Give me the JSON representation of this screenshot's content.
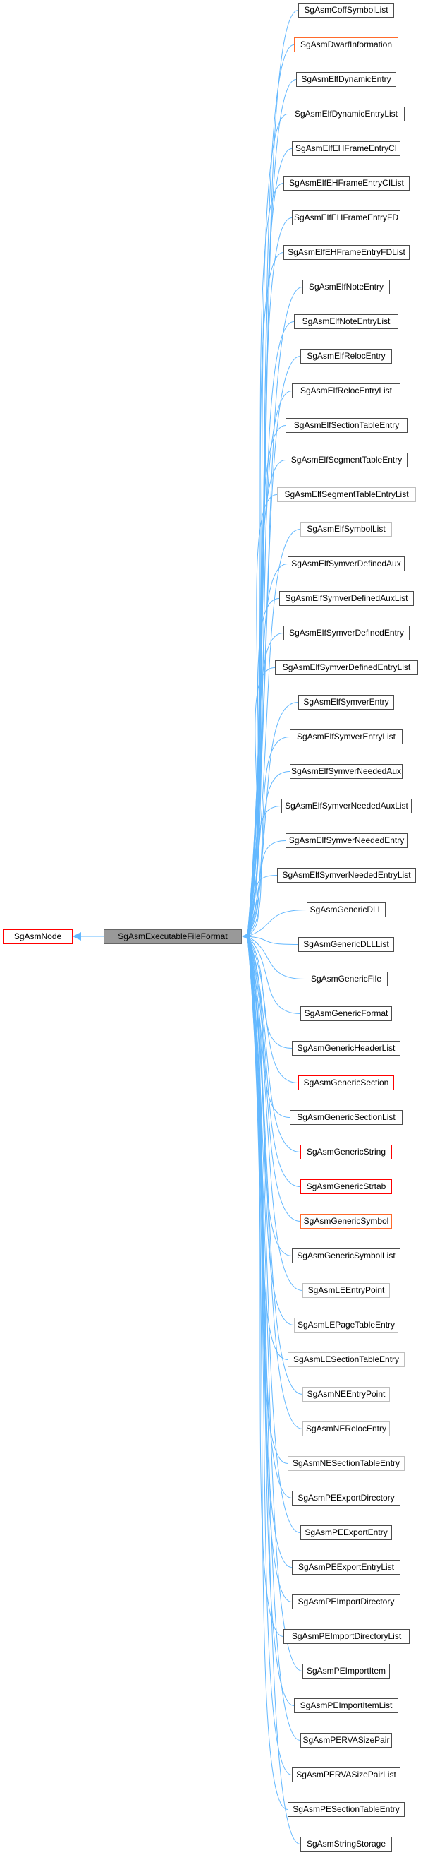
{
  "colors": {
    "edge": "#63b8ff",
    "black": "#4d4d4d",
    "grey": "#bfbfbf",
    "red": "#ff0000",
    "orange": "#ff6a2b",
    "focus_fill": "#999999"
  },
  "base_node": {
    "label": "SgAsmNode",
    "border": "red"
  },
  "focus_node": {
    "label": "SgAsmExecutableFileFormat"
  },
  "derived": [
    {
      "label": "SgAsmCoffSymbolList",
      "border": "black"
    },
    {
      "label": "SgAsmDwarfInformation",
      "border": "orange"
    },
    {
      "label": "SgAsmElfDynamicEntry",
      "border": "black"
    },
    {
      "label": "SgAsmElfDynamicEntryList",
      "border": "black"
    },
    {
      "label": "SgAsmElfEHFrameEntryCI",
      "border": "black"
    },
    {
      "label": "SgAsmElfEHFrameEntryCIList",
      "border": "black"
    },
    {
      "label": "SgAsmElfEHFrameEntryFD",
      "border": "black"
    },
    {
      "label": "SgAsmElfEHFrameEntryFDList",
      "border": "black"
    },
    {
      "label": "SgAsmElfNoteEntry",
      "border": "black"
    },
    {
      "label": "SgAsmElfNoteEntryList",
      "border": "black"
    },
    {
      "label": "SgAsmElfRelocEntry",
      "border": "black"
    },
    {
      "label": "SgAsmElfRelocEntryList",
      "border": "black"
    },
    {
      "label": "SgAsmElfSectionTableEntry",
      "border": "black"
    },
    {
      "label": "SgAsmElfSegmentTableEntry",
      "border": "black"
    },
    {
      "label": "SgAsmElfSegmentTableEntryList",
      "border": "grey"
    },
    {
      "label": "SgAsmElfSymbolList",
      "border": "grey"
    },
    {
      "label": "SgAsmElfSymverDefinedAux",
      "border": "black"
    },
    {
      "label": "SgAsmElfSymverDefinedAuxList",
      "border": "black"
    },
    {
      "label": "SgAsmElfSymverDefinedEntry",
      "border": "black"
    },
    {
      "label": "SgAsmElfSymverDefinedEntryList",
      "border": "black"
    },
    {
      "label": "SgAsmElfSymverEntry",
      "border": "black"
    },
    {
      "label": "SgAsmElfSymverEntryList",
      "border": "black"
    },
    {
      "label": "SgAsmElfSymverNeededAux",
      "border": "black"
    },
    {
      "label": "SgAsmElfSymverNeededAuxList",
      "border": "black"
    },
    {
      "label": "SgAsmElfSymverNeededEntry",
      "border": "black"
    },
    {
      "label": "SgAsmElfSymverNeededEntryList",
      "border": "black"
    },
    {
      "label": "SgAsmGenericDLL",
      "border": "black"
    },
    {
      "label": "SgAsmGenericDLLList",
      "border": "black"
    },
    {
      "label": "SgAsmGenericFile",
      "border": "black"
    },
    {
      "label": "SgAsmGenericFormat",
      "border": "black"
    },
    {
      "label": "SgAsmGenericHeaderList",
      "border": "black"
    },
    {
      "label": "SgAsmGenericSection",
      "border": "red"
    },
    {
      "label": "SgAsmGenericSectionList",
      "border": "black"
    },
    {
      "label": "SgAsmGenericString",
      "border": "red"
    },
    {
      "label": "SgAsmGenericStrtab",
      "border": "red"
    },
    {
      "label": "SgAsmGenericSymbol",
      "border": "orange"
    },
    {
      "label": "SgAsmGenericSymbolList",
      "border": "black"
    },
    {
      "label": "SgAsmLEEntryPoint",
      "border": "grey"
    },
    {
      "label": "SgAsmLEPageTableEntry",
      "border": "grey"
    },
    {
      "label": "SgAsmLESectionTableEntry",
      "border": "grey"
    },
    {
      "label": "SgAsmNEEntryPoint",
      "border": "grey"
    },
    {
      "label": "SgAsmNERelocEntry",
      "border": "grey"
    },
    {
      "label": "SgAsmNESectionTableEntry",
      "border": "grey"
    },
    {
      "label": "SgAsmPEExportDirectory",
      "border": "black"
    },
    {
      "label": "SgAsmPEExportEntry",
      "border": "black"
    },
    {
      "label": "SgAsmPEExportEntryList",
      "border": "black"
    },
    {
      "label": "SgAsmPEImportDirectory",
      "border": "black"
    },
    {
      "label": "SgAsmPEImportDirectoryList",
      "border": "black"
    },
    {
      "label": "SgAsmPEImportItem",
      "border": "black"
    },
    {
      "label": "SgAsmPEImportItemList",
      "border": "black"
    },
    {
      "label": "SgAsmPERVASizePair",
      "border": "black"
    },
    {
      "label": "SgAsmPERVASizePairList",
      "border": "black"
    },
    {
      "label": "SgAsmPESectionTableEntry",
      "border": "black"
    },
    {
      "label": "SgAsmStringStorage",
      "border": "black"
    }
  ]
}
